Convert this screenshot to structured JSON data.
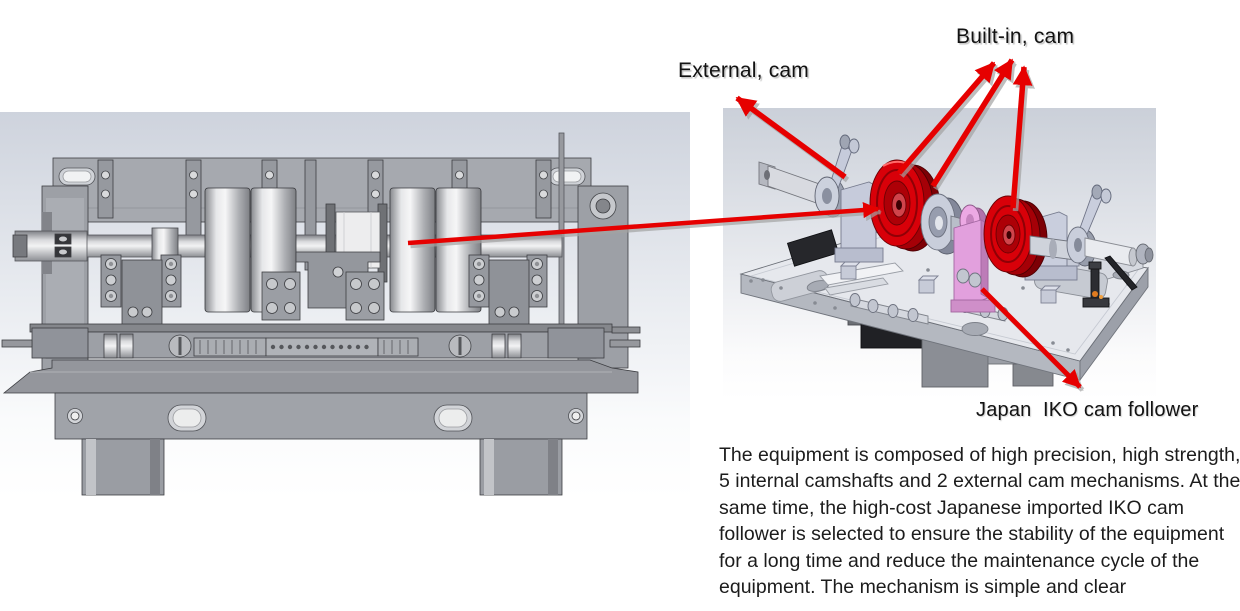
{
  "annotations": {
    "external_cam": "External, cam",
    "built_in_cam": "Built-in, cam",
    "iko": "Japan  IKO cam follower"
  },
  "description": {
    "lines": [
      "The equipment is composed of high precision, high strength,",
      "5 internal camshafts and 2 external cam mechanisms. At the",
      "same time, the high-cost Japanese imported IKO cam",
      "follower is selected to ensure the stability of the equipment",
      "for a long time and reduce the maintenance cycle of the",
      "equipment. The mechanism is simple and clear"
    ]
  },
  "colors": {
    "arrow_red": "#e60000",
    "cam_red": "#d80009",
    "cam_pink": "#e2a0dd",
    "bg_top": "#ced3dd"
  }
}
